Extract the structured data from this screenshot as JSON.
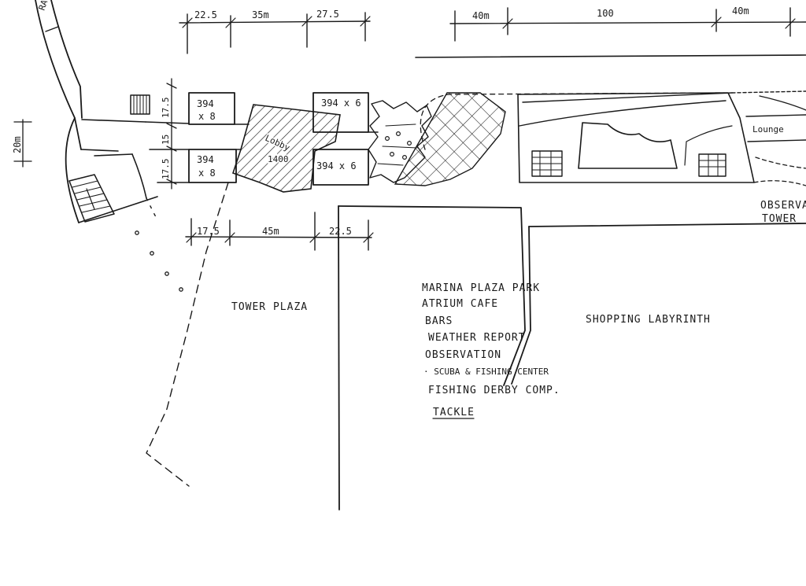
{
  "dimensions": {
    "top_left": [
      "22.5",
      "35m",
      "27.5"
    ],
    "top_right": [
      "40m",
      "100",
      "40m"
    ],
    "bottom": [
      "17.5",
      "45m",
      "22.5"
    ],
    "left_heights": [
      "17.5",
      "15",
      "17.5"
    ],
    "side": "20m"
  },
  "rooms": {
    "room_a_top": "394",
    "room_a_bottom": "x 8",
    "room_b_top": "394",
    "room_b_bottom": "x 8",
    "room_c": "394 x 6",
    "room_d": "394 x 6",
    "lobby_top": "Lobby",
    "lobby_bottom": "1400",
    "lounge": "Lounge",
    "observation_top": "OBSERVA",
    "observation_bottom": "TOWER"
  },
  "areas": {
    "tower_plaza": "TOWER PLAZA",
    "shopping_labyrinth": "SHOPPING LABYRINTH"
  },
  "program_list": [
    "MARINA PLAZA PARK",
    "ATRIUM CAFE",
    "BARS",
    "WEATHER REPORT",
    "OBSERVATION",
    "· SCUBA & FISHING CENTER",
    "FISHING DERBY COMP.",
    "TACKLE"
  ],
  "corner_text": "RA"
}
